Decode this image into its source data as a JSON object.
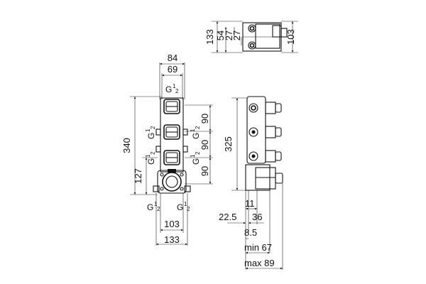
{
  "top_view": {
    "dims": {
      "overall_height": "133",
      "inner_54": "54",
      "inner_27a": "27",
      "inner_27b": "27",
      "right_103": "103"
    }
  },
  "front_view": {
    "dims": {
      "width_84": "84",
      "width_69": "69",
      "height_340": "340",
      "height_127": "127",
      "pitch_1": "90",
      "pitch_2": "90",
      "pitch_3": "90",
      "bottom_103": "103",
      "bottom_133": "133"
    },
    "threads": {
      "top": {
        "main": "G",
        "num": "1",
        "den": "2"
      },
      "mid_left": {
        "main": "G",
        "num": "1",
        "den": "2"
      },
      "mid_right": {
        "main": "G",
        "num": "1",
        "den": "2"
      },
      "low_left": {
        "main": "G",
        "num": "1",
        "den": "2"
      },
      "low_right": {
        "main": "G",
        "num": "1",
        "den": "2"
      },
      "bottom_left": {
        "main": "G",
        "num": "1",
        "den": "2"
      },
      "bottom_right": {
        "main": "G",
        "num": "1",
        "den": "2"
      }
    }
  },
  "side_view": {
    "dims": {
      "height_325": "325",
      "d11": "11",
      "d22_5": "22.5",
      "d36": "36",
      "d8_5": "8.5",
      "min_67": "min 67",
      "max_89": "max 89"
    }
  }
}
